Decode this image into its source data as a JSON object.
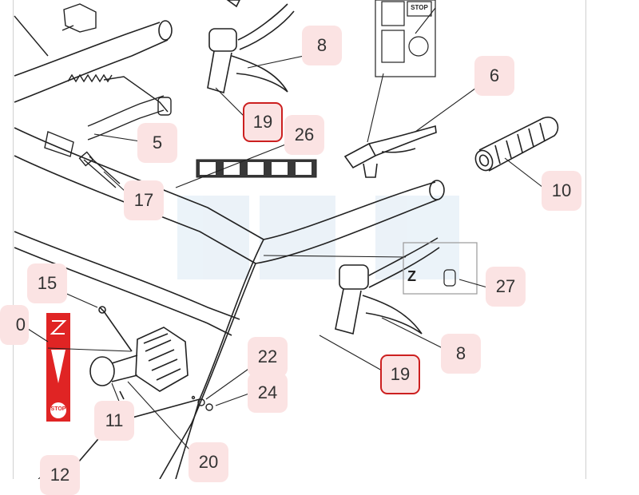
{
  "callouts": [
    {
      "id": "c8a",
      "label": "8",
      "highlight": false
    },
    {
      "id": "c19a",
      "label": "19",
      "highlight": true
    },
    {
      "id": "c26",
      "label": "26",
      "highlight": false
    },
    {
      "id": "c5",
      "label": "5",
      "highlight": false
    },
    {
      "id": "c17",
      "label": "17",
      "highlight": false
    },
    {
      "id": "c6",
      "label": "6",
      "highlight": false
    },
    {
      "id": "c10",
      "label": "10",
      "highlight": false
    },
    {
      "id": "c27",
      "label": "27",
      "highlight": false
    },
    {
      "id": "c8b",
      "label": "8",
      "highlight": false
    },
    {
      "id": "c19b",
      "label": "19",
      "highlight": true
    },
    {
      "id": "c15",
      "label": "15",
      "highlight": false
    },
    {
      "id": "c22",
      "label": "22",
      "highlight": false
    },
    {
      "id": "c24",
      "label": "24",
      "highlight": false
    },
    {
      "id": "c11",
      "label": "11",
      "highlight": false
    },
    {
      "id": "c20",
      "label": "20",
      "highlight": false
    },
    {
      "id": "c12",
      "label": "12",
      "highlight": false
    },
    {
      "id": "c0",
      "label": "0",
      "highlight": false
    }
  ],
  "stickers": {
    "stop_label": "STOP",
    "z_label": "Z"
  },
  "colors": {
    "callout_fill": "#fbe3e3",
    "highlight_border": "#cc2020",
    "line": "#222222",
    "sticker_red": "#e02424",
    "watermark": "#dbe9f4"
  }
}
